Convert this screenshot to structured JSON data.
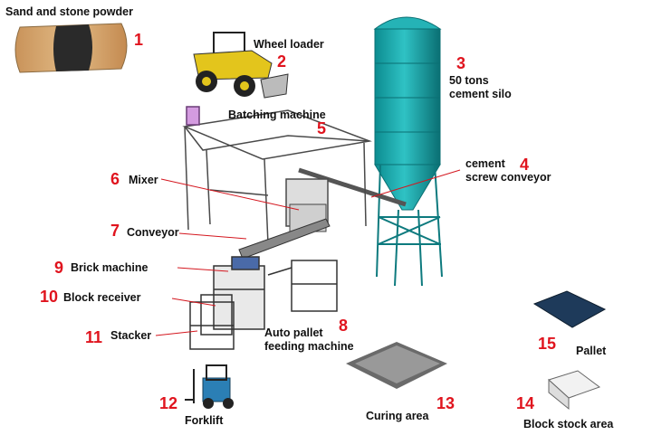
{
  "colors": {
    "label": "#111111",
    "number": "#e0141e",
    "leader": "#d4171f",
    "silo": "#1aa5a8",
    "silo_dark": "#0d7a7e",
    "frame": "#4a4a4a",
    "loader": "#e3c51c",
    "forklift": "#2b7fb5",
    "sand": "#d9ad73"
  },
  "components": [
    {
      "id": "1",
      "label": "Sand and stone powder",
      "icon": "sand-stone-powder-icon"
    },
    {
      "id": "2",
      "label": "Wheel loader",
      "icon": "wheel-loader-icon"
    },
    {
      "id": "3",
      "label": "50 tons\ncement silo",
      "icon": "cement-silo-icon"
    },
    {
      "id": "4",
      "label": "cement\nscrew conveyor",
      "icon": "screw-conveyor-icon"
    },
    {
      "id": "5",
      "label": "Batching machine",
      "icon": "batching-machine-icon"
    },
    {
      "id": "6",
      "label": "Mixer",
      "icon": "mixer-icon"
    },
    {
      "id": "7",
      "label": "Conveyor",
      "icon": "conveyor-icon"
    },
    {
      "id": "8",
      "label": "Auto pallet\nfeeding machine",
      "icon": "pallet-feeder-icon"
    },
    {
      "id": "9",
      "label": "Brick machine",
      "icon": "brick-machine-icon"
    },
    {
      "id": "10",
      "label": "Block receiver",
      "icon": "block-receiver-icon"
    },
    {
      "id": "11",
      "label": "Stacker",
      "icon": "stacker-icon"
    },
    {
      "id": "12",
      "label": "Forklift",
      "icon": "forklift-icon"
    },
    {
      "id": "13",
      "label": "Curing area",
      "icon": "curing-area-icon"
    },
    {
      "id": "14",
      "label": "Block stock area",
      "icon": "block-stock-icon"
    },
    {
      "id": "15",
      "label": "Pallet",
      "icon": "pallet-icon"
    }
  ]
}
